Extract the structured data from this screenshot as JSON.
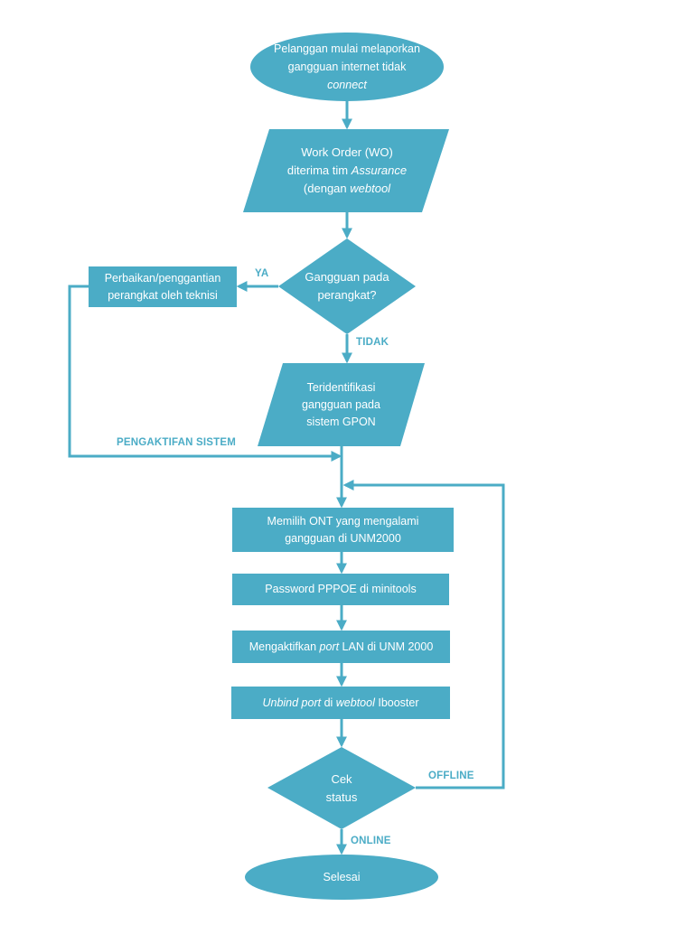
{
  "colors": {
    "shape_fill": "#4bacc6",
    "line": "#4bacc6",
    "text_on_shape": "#ffffff"
  },
  "nodes": {
    "start": {
      "line1": "Pelanggan mulai melaporkan",
      "line2": "gangguan internet tidak",
      "line3_italic": "connect"
    },
    "work_order": {
      "line1": "Work Order (WO)",
      "line2_pre": "diterima tim ",
      "line2_italic": "Assurance",
      "line3_pre": "(dengan ",
      "line3_italic": "webtool"
    },
    "decision_device": {
      "line1": "Gangguan pada",
      "line2": "perangkat?"
    },
    "repair": {
      "line1": "Perbaikan/penggantian",
      "line2": "perangkat oleh teknisi"
    },
    "identified": {
      "line1": "Teridentifikasi",
      "line2": "gangguan pada",
      "line3": "sistem GPON"
    },
    "select_ont": {
      "line1": "Memilih ONT yang mengalami",
      "line2": "gangguan di UNM2000"
    },
    "password": {
      "line1": "Password PPPOE di minitools"
    },
    "activate_lan": {
      "pre": "Mengaktifkan ",
      "italic": "port",
      "post": " LAN di UNM 2000"
    },
    "unbind": {
      "italic1": "Unbind port",
      "mid": " di ",
      "italic2": "webtool",
      "post": " Ibooster"
    },
    "check_status": {
      "line1": "Cek",
      "line2": "status"
    },
    "end": {
      "line1": "Selesai"
    }
  },
  "edge_labels": {
    "yes": "YA",
    "no": "TIDAK",
    "activation": "PENGAKTIFAN SISTEM",
    "offline": "OFFLINE",
    "online": "ONLINE"
  }
}
